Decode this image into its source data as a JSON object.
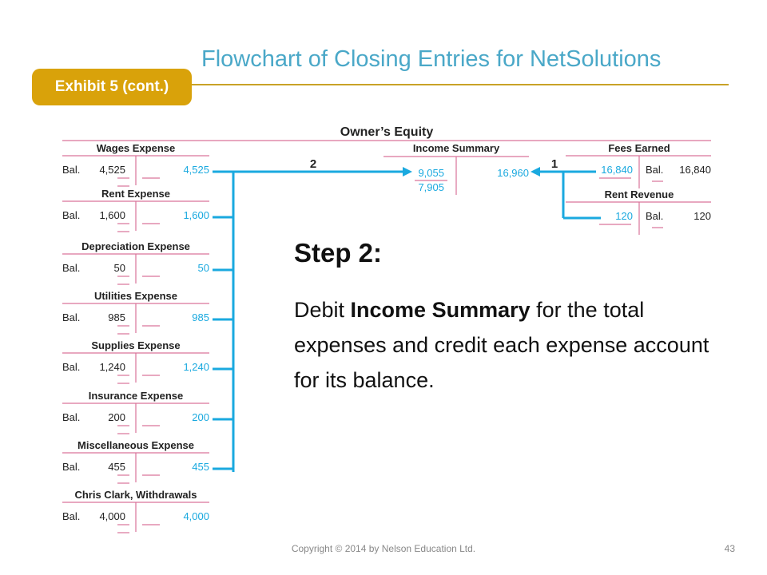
{
  "title": "Flowchart of Closing Entries for NetSolutions",
  "exhibit_label": "Exhibit 5 (cont.)",
  "colors": {
    "accent_blue": "#1aa9df",
    "ledger_pink": "#d9739a",
    "badge_gold": "#d9a20a",
    "title_blue": "#4aa8c8",
    "rule_gold": "#c9a227"
  },
  "equity_header": "Owner’s Equity",
  "step_labels": {
    "step1": "1",
    "step2": "2"
  },
  "expense_accounts": [
    {
      "name": "Wages Expense",
      "bal_label": "Bal.",
      "debit": "4,525",
      "credit": "4,525"
    },
    {
      "name": "Rent Expense",
      "bal_label": "Bal.",
      "debit": "1,600",
      "credit": "1,600"
    },
    {
      "name": "Depreciation Expense",
      "bal_label": "Bal.",
      "debit": "50",
      "credit": "50"
    },
    {
      "name": "Utilities Expense",
      "bal_label": "Bal.",
      "debit": "985",
      "credit": "985"
    },
    {
      "name": "Supplies Expense",
      "bal_label": "Bal.",
      "debit": "1,240",
      "credit": "1,240"
    },
    {
      "name": "Insurance Expense",
      "bal_label": "Bal.",
      "debit": "200",
      "credit": "200"
    },
    {
      "name": "Miscellaneous Expense",
      "bal_label": "Bal.",
      "debit": "455",
      "credit": "455"
    },
    {
      "name": "Chris Clark, Withdrawals",
      "bal_label": "Bal.",
      "debit": "4,000",
      "credit": "4,000"
    }
  ],
  "income_summary": {
    "name": "Income Summary",
    "debit": "9,055",
    "debit2": "7,905",
    "credit": "16,960"
  },
  "revenue_accounts": [
    {
      "name": "Fees Earned",
      "debit": "16,840",
      "bal_label": "Bal.",
      "credit": "16,840"
    },
    {
      "name": "Rent Revenue",
      "debit": "120",
      "bal_label": "Bal.",
      "credit": "120"
    }
  ],
  "step": {
    "title": "Step 2:",
    "body_pre": "Debit ",
    "body_bold": "Income Summary",
    "body_post": " for the total expenses and credit each expense account for its balance."
  },
  "footer": {
    "copyright": "Copyright © 2014 by Nelson Education Ltd.",
    "page": "43"
  }
}
